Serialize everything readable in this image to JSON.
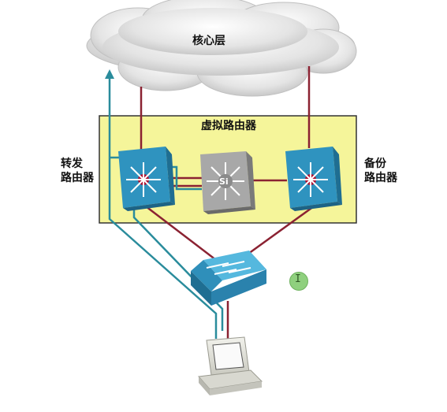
{
  "diagram": {
    "core_label": "核心层",
    "virtual_router_label": "虚拟路由器",
    "forwarding_router_label": "转发\n路由器",
    "backup_router_label": "备份\n路由器",
    "si_label": "Si"
  },
  "colors": {
    "red_link": "#8b2232",
    "teal_link": "#2a8c9c",
    "zone_fill": "#f5f59a",
    "switch_blue": "#3aa6cf",
    "router_core": "#b01030",
    "si_gray": "#a9a9a9"
  },
  "icons": [
    "cloud-icon",
    "layer3-switch-icon",
    "si-switch-icon",
    "layer2-switch-icon",
    "computer-icon",
    "text-cursor-icon"
  ]
}
